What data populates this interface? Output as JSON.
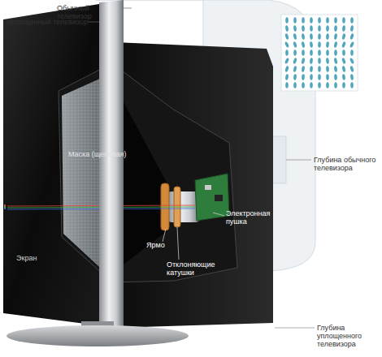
{
  "diagram": {
    "labels": [
      "Обычный телевизор",
      "Уплощенный телевизор",
      "Маска (щелевая)",
      "Ярмо",
      "Электронная пушка",
      "Отклоняющие катушки",
      "Экран",
      "Глубина обычного телевизора",
      "Глубина уплощенного телевизора"
    ]
  }
}
